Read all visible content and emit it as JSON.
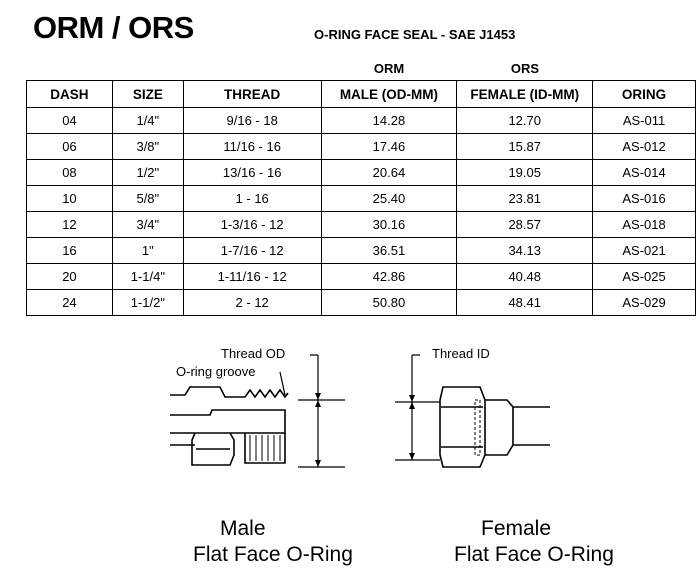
{
  "title": "ORM / ORS",
  "subtitle": "O-RING FACE SEAL - SAE J1453",
  "group_headers": {
    "orm": "ORM",
    "ors": "ORS"
  },
  "columns": [
    "DASH",
    "SIZE",
    "THREAD",
    "MALE (OD-MM)",
    "FEMALE (ID-MM)",
    "ORING"
  ],
  "rows": [
    [
      "04",
      "1/4\"",
      "9/16 - 18",
      "14.28",
      "12.70",
      "AS-011"
    ],
    [
      "06",
      "3/8\"",
      "11/16 - 16",
      "17.46",
      "15.87",
      "AS-012"
    ],
    [
      "08",
      "1/2\"",
      "13/16 - 16",
      "20.64",
      "19.05",
      "AS-014"
    ],
    [
      "10",
      "5/8\"",
      "1 - 16",
      "25.40",
      "23.81",
      "AS-016"
    ],
    [
      "12",
      "3/4\"",
      "1-3/16 - 12",
      "30.16",
      "28.57",
      "AS-018"
    ],
    [
      "16",
      "1\"",
      "1-7/16 - 12",
      "36.51",
      "34.13",
      "AS-021"
    ],
    [
      "20",
      "1-1/4\"",
      "1-11/16 - 12",
      "42.86",
      "40.48",
      "AS-025"
    ],
    [
      "24",
      "1-1/2\"",
      "2 - 12",
      "50.80",
      "48.41",
      "AS-029"
    ]
  ],
  "diagrams": {
    "male": {
      "label_od": "Thread OD",
      "label_groove": "O-ring groove",
      "caption_1": "Male",
      "caption_2": "Flat Face O-Ring"
    },
    "female": {
      "label_id": "Thread ID",
      "caption_1": "Female",
      "caption_2": "Flat Face O-Ring"
    }
  }
}
